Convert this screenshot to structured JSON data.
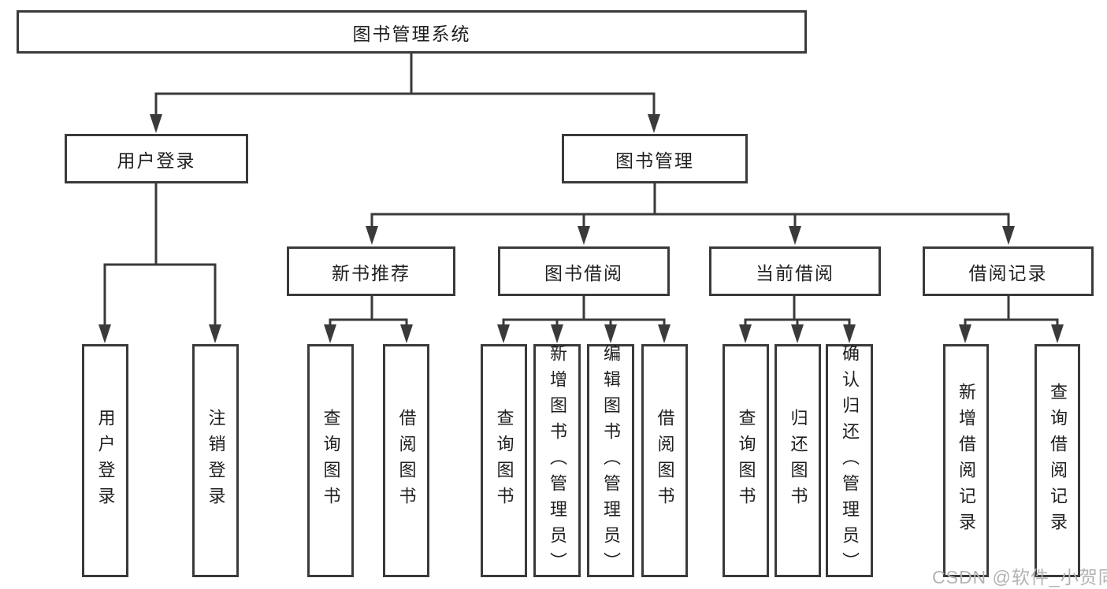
{
  "colors": {
    "line": "#3a3a3a",
    "text": "#1f1f1f",
    "box_background": "#ffffff",
    "watermark": "#b3b3b3"
  },
  "tree": {
    "root": {
      "label": "图书管理系统"
    },
    "branches": [
      {
        "label": "用户登录",
        "children": [
          {
            "label": "用户登录"
          },
          {
            "label": "注销登录"
          }
        ]
      },
      {
        "label": "图书管理",
        "children": [
          {
            "label": "新书推荐",
            "children": [
              {
                "label": "查询图书"
              },
              {
                "label": "借阅图书"
              }
            ]
          },
          {
            "label": "图书借阅",
            "children": [
              {
                "label": "查询图书"
              },
              {
                "label": "新增图书（管理员）"
              },
              {
                "label": "编辑图书（管理员）"
              },
              {
                "label": "借阅图书"
              }
            ]
          },
          {
            "label": "当前借阅",
            "children": [
              {
                "label": "查询图书"
              },
              {
                "label": "归还图书"
              },
              {
                "label": "确认归还（管理员）"
              }
            ]
          },
          {
            "label": "借阅记录",
            "children": [
              {
                "label": "新增借阅记录"
              },
              {
                "label": "查询借阅记录"
              }
            ]
          }
        ]
      }
    ]
  },
  "watermark": {
    "text": "CSDN @软件_小贺同学"
  }
}
